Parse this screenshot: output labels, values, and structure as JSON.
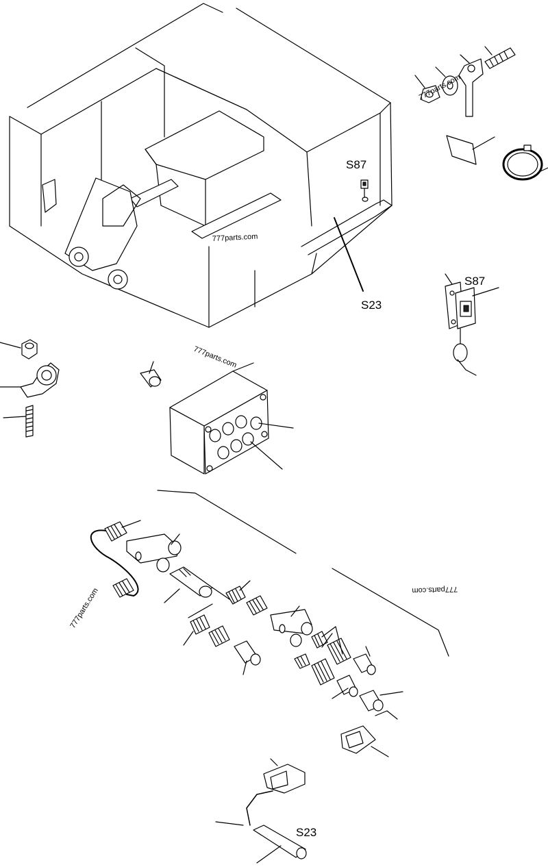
{
  "labels": {
    "s87_cab": "S87",
    "s23_cab": "S23",
    "s87_detail": "S87",
    "s23_detail": "S23"
  },
  "watermarks": {
    "wm1": "777parts.com",
    "wm2": "777parts.com",
    "wm3": "777parts.com",
    "wm4": "777parts.com",
    "wm5": "777parts.com"
  }
}
